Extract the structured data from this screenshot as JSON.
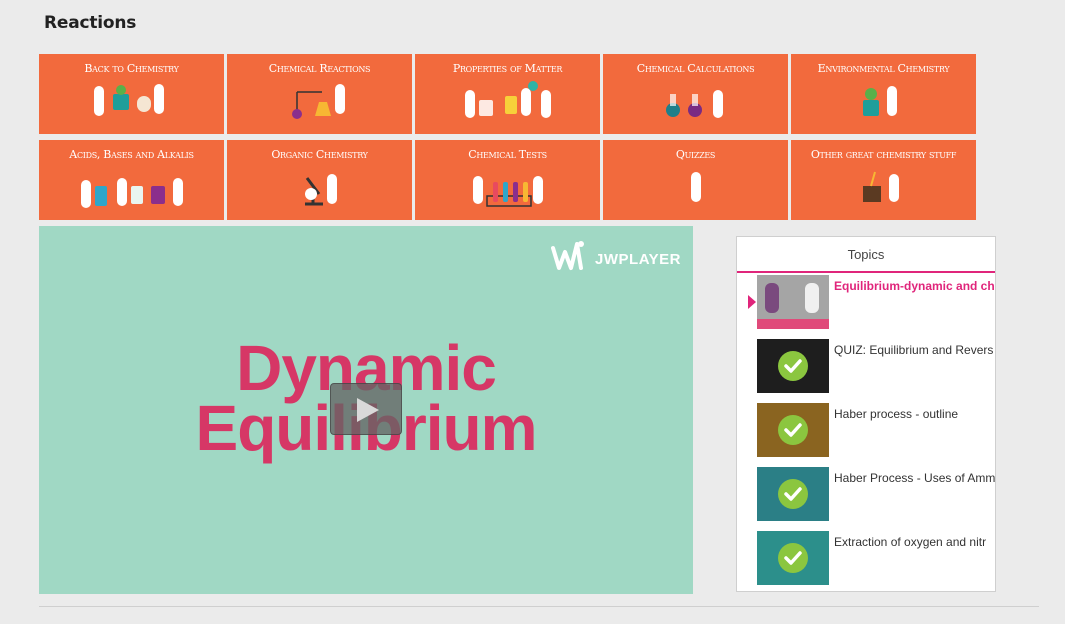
{
  "page": {
    "title": "Reactions"
  },
  "tiles": [
    {
      "label": "Back to Chemistry",
      "art": "scientists-with-beaker-icon"
    },
    {
      "label": "Chemical Reactions",
      "art": "scientist-with-lab-apparatus-icon"
    },
    {
      "label": "Properties of Matter",
      "art": "scientists-with-balloon-icon"
    },
    {
      "label": "Chemical Calculations",
      "art": "flasks-icon"
    },
    {
      "label": "Environmental Chemistry",
      "art": "scientist-with-plant-icon"
    },
    {
      "label": "Acids, Bases and Alkalis",
      "art": "scientists-with-bottles-icon"
    },
    {
      "label": "Organic Chemistry",
      "art": "microscope-icon"
    },
    {
      "label": "Chemical Tests",
      "art": "test-tubes-icon"
    },
    {
      "label": "Quizzes",
      "art": "scientist-icon"
    },
    {
      "label": "Other great chemistry stuff",
      "art": "scientist-with-box-icon"
    }
  ],
  "player": {
    "title_line1": "Dynamic",
    "title_line2": "Equilibrium",
    "brand": "JWPLAYER",
    "background_color": "#a0d8c4",
    "title_color": "#d63766"
  },
  "topics": {
    "header": "Topics",
    "accent_color": "#e0257b",
    "items": [
      {
        "title": "Equilibrium-dynamic and cha",
        "active": true,
        "completed": false,
        "thumb_color": "#a5a5a5"
      },
      {
        "title": "QUIZ: Equilibrium and Revers",
        "active": false,
        "completed": true,
        "thumb_color": "#1e1e1e"
      },
      {
        "title": "Haber process - outline",
        "active": false,
        "completed": true,
        "thumb_color": "#8a6420"
      },
      {
        "title": "Haber Process - Uses of Amm",
        "active": false,
        "completed": true,
        "thumb_color": "#2b7f86"
      },
      {
        "title": "Extraction of oxygen and nitr",
        "active": false,
        "completed": true,
        "thumb_color": "#2c8f8b"
      }
    ]
  },
  "completion_color": "#8bc63f",
  "tile_color": "#f26a3d"
}
